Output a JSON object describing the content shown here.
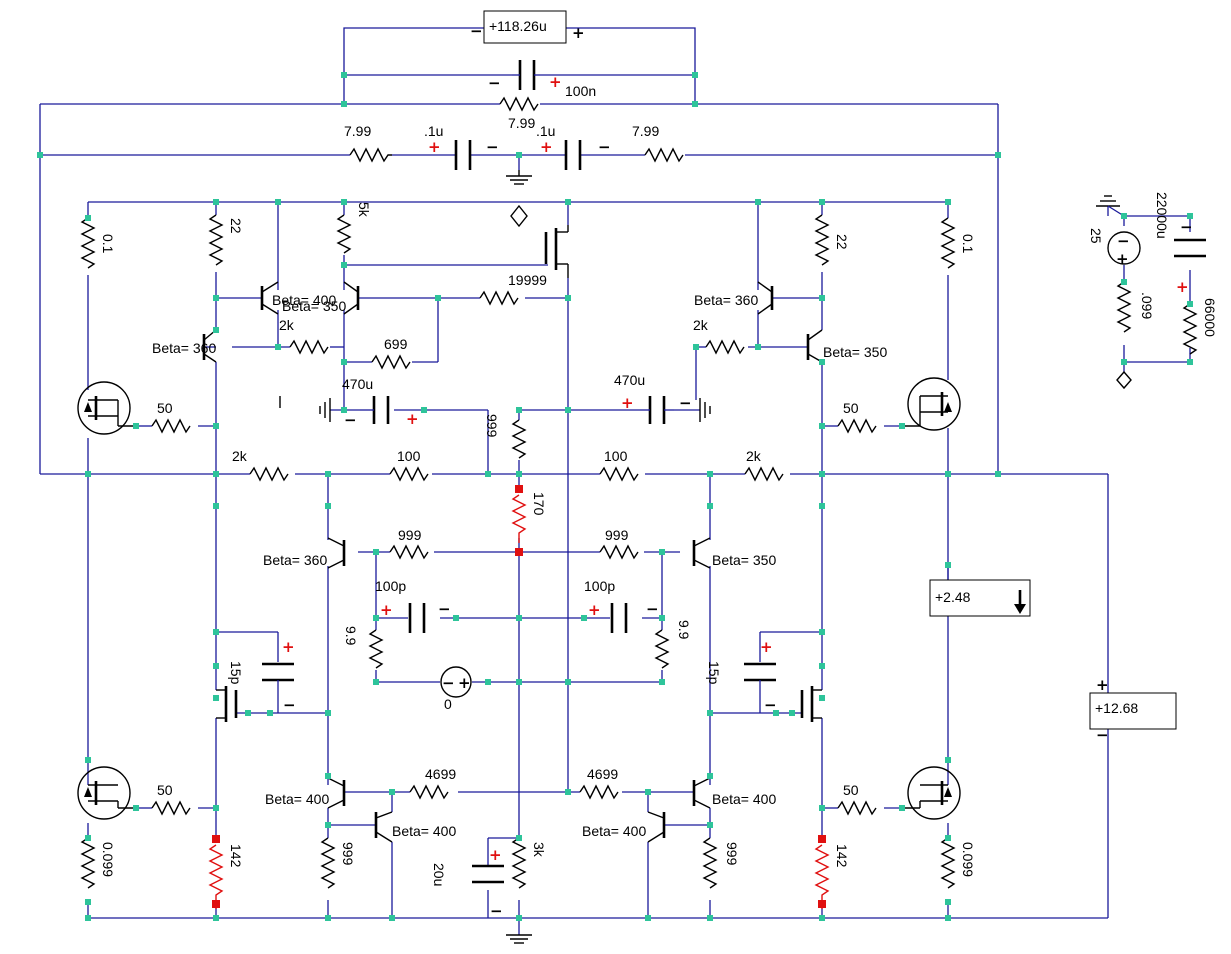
{
  "meters": {
    "top": "+118.26u",
    "mid": "+2.48",
    "right": "+12.68"
  },
  "labels": {
    "r_7_99": "7.99",
    "c_1u": ".1u",
    "c_100n": "100n",
    "r_0_1": "0.1",
    "r_22": "22",
    "r_5k": "5k",
    "r_19999": "19999",
    "r_2k": "2k",
    "r_699": "699",
    "c_470u": "470u",
    "r_50": "50",
    "r_999": "999",
    "r_100": "100",
    "r_170": "170",
    "c_100p": "100p",
    "r_9_9": "9.9",
    "c_15p": "15p",
    "v_0": "0",
    "r_4699": "4699",
    "r_3k": "3k",
    "c_20u": "20u",
    "r_142": "142",
    "r_0_099": "0.099",
    "r_099": ".099",
    "v_25": "25",
    "c_22000u": "22000u",
    "r_66000": "66000",
    "beta_400": "Beta= 400",
    "beta_350": "Beta= 350",
    "beta_360": "Beta= 360"
  }
}
